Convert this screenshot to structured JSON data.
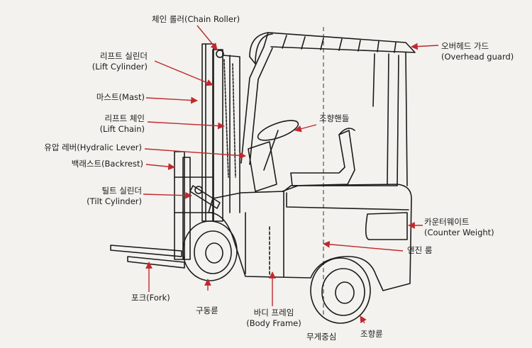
{
  "labels": {
    "chain_roller": "체인 롤러(Chain Roller)",
    "lift_cylinder_ko": "리프트 실린더",
    "lift_cylinder_en": "(Lift Cylinder)",
    "mast": "마스트(Mast)",
    "lift_chain_ko": "리프트 체인",
    "lift_chain_en": "(Lift Chain)",
    "hydraulic_lever": "유압 레버(Hydralic Lever)",
    "backrest": "백래스트(Backrest)",
    "tilt_cylinder_ko": "틸트 실린더",
    "tilt_cylinder_en": "(Tilt Cylinder)",
    "fork": "포크(Fork)",
    "drive_wheel": "구동륜",
    "body_frame_ko": "바디 프레임",
    "body_frame_en": "(Body Frame)",
    "center_of_gravity": "무게중심",
    "steer_wheel": "조향륜",
    "engine_room": "엔진 룸",
    "counter_weight_ko": "카운터웨이트",
    "counter_weight_en": "(Counter Weight)",
    "steering_handle": "조향핸들",
    "overhead_guard_ko": "오버헤드 가드",
    "overhead_guard_en": "(Overhead guard)"
  },
  "colors": {
    "arrow": "#c0282d",
    "ink": "#1b1b1b",
    "paper": "#f3f2ee"
  }
}
